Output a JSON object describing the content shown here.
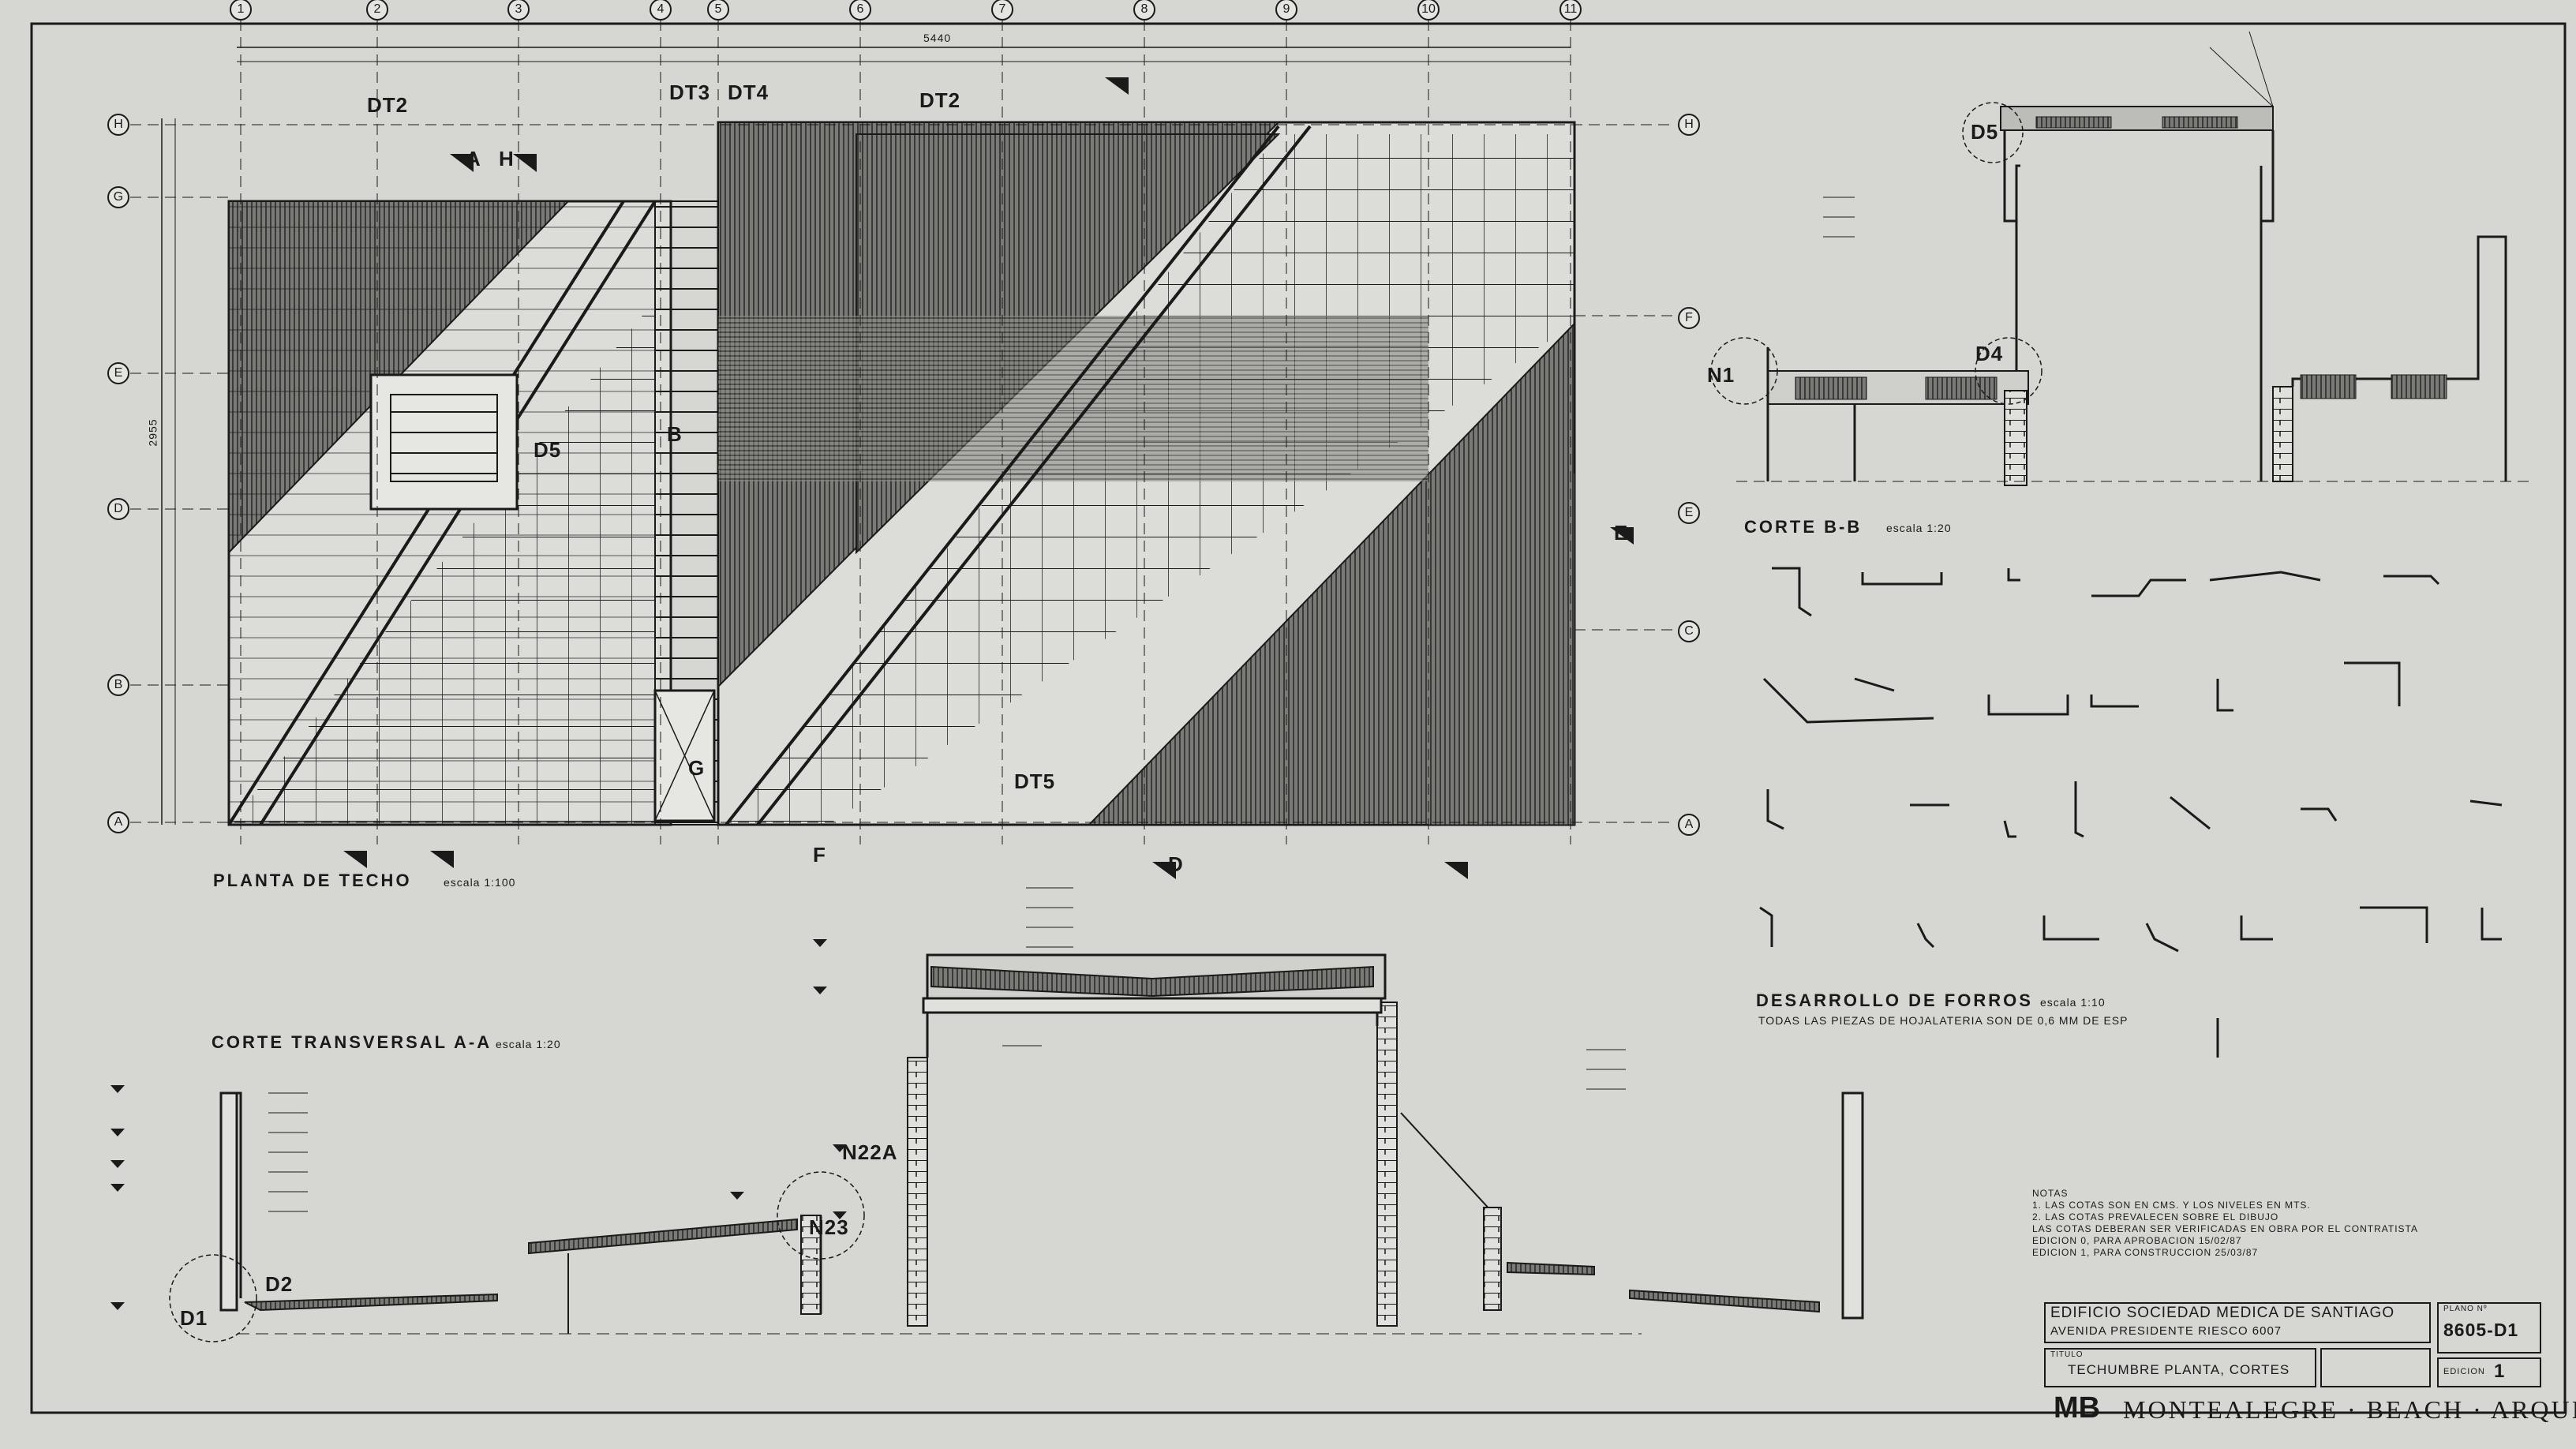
{
  "views": {
    "roof_plan": {
      "title": "PLANTA DE TECHO",
      "scale": "escala 1:100"
    },
    "cross_section": {
      "title": "CORTE TRANSVERSAL A-A",
      "scale": "escala 1:20"
    },
    "section_bb": {
      "title": "CORTE B-B",
      "scale": "escala 1:20"
    },
    "flashings": {
      "title": "DESARROLLO DE FORROS",
      "scale": "escala 1:10",
      "subtitle": "TODAS LAS PIEZAS DE HOJALATERIA SON DE 0,6 MM DE ESP"
    }
  },
  "grid": {
    "columns": [
      "1",
      "2",
      "3",
      "4",
      "5",
      "6",
      "7",
      "8",
      "9",
      "10",
      "11"
    ],
    "rows": [
      "H",
      "G",
      "E",
      "D",
      "B",
      "A"
    ],
    "rows_right": [
      "H",
      "F",
      "E",
      "C",
      "A"
    ],
    "overall_dimension": "5440",
    "side_dimension": "2955"
  },
  "detail_tags": [
    "DT2",
    "DT3",
    "DT4",
    "DT2",
    "D5",
    "DT5",
    "D5",
    "D4",
    "N1",
    "D1",
    "D2",
    "N22A",
    "N23"
  ],
  "section_marks": [
    "A",
    "H",
    "B",
    "D",
    "E",
    "G",
    "F"
  ],
  "notes": {
    "heading": "NOTAS",
    "lines": [
      "1. LAS COTAS SON EN CMS. Y LOS NIVELES EN MTS.",
      "2. LAS COTAS PREVALECEN SOBRE EL DIBUJO",
      "   LAS COTAS DEBERAN SER VERIFICADAS EN OBRA POR EL CONTRATISTA",
      "   EDICION 0, PARA APROBACION 15/02/87",
      "   EDICION 1, PARA CONSTRUCCION 25/03/87"
    ]
  },
  "title_block": {
    "project": "EDIFICIO SOCIEDAD MEDICA DE SANTIAGO",
    "address": "AVENIDA PRESIDENTE RIESCO 6007",
    "sheet_title_label": "TITULO",
    "sheet_title": "TECHUMBRE PLANTA, CORTES",
    "plan_label": "PLANO Nº",
    "plan_number": "8605-D1",
    "edition_label": "EDICION",
    "edition": "1",
    "firm": "MONTEALEGRE · BEACH · ARQUITECTOS",
    "logo_text": "MB"
  },
  "colors": {
    "paper": "#d6d6d2",
    "ink": "#1a1a1a",
    "hatch": "#6a6a66"
  }
}
